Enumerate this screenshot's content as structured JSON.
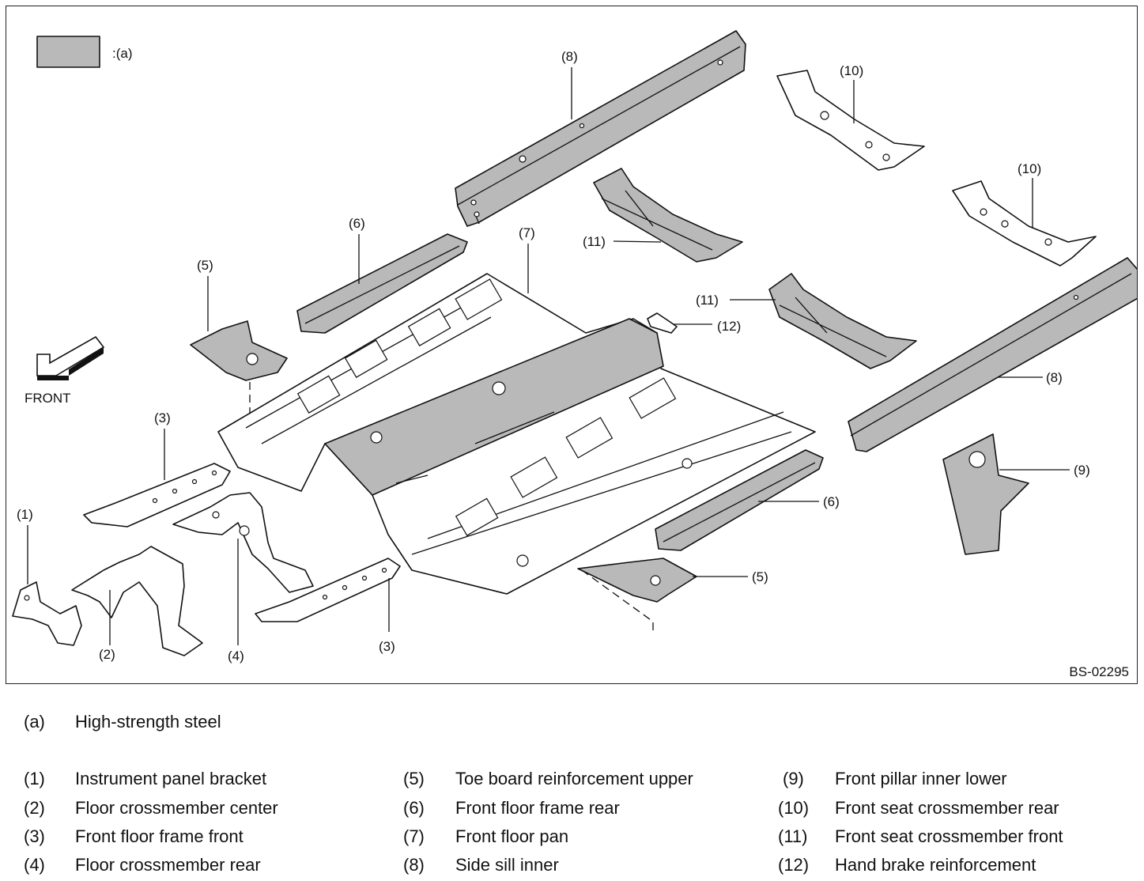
{
  "figure": {
    "code": "BS-02295",
    "key_swatch_label": ":(a)",
    "front_label": "FRONT",
    "callouts": {
      "c1": "(1)",
      "c2": "(2)",
      "c3a": "(3)",
      "c3b": "(3)",
      "c4": "(4)",
      "c5a": "(5)",
      "c5b": "(5)",
      "c6a": "(6)",
      "c6b": "(6)",
      "c7": "(7)",
      "c8a": "(8)",
      "c8b": "(8)",
      "c9": "(9)",
      "c10a": "(10)",
      "c10b": "(10)",
      "c11a": "(11)",
      "c11b": "(11)",
      "c12": "(12)"
    },
    "colors": {
      "high_strength": "#b9b9b9",
      "outline": "#111111"
    }
  },
  "legend": {
    "a": {
      "key": "(a)",
      "text": "High-strength steel"
    },
    "items": [
      {
        "key": "(1)",
        "text": "Instrument panel bracket"
      },
      {
        "key": "(2)",
        "text": "Floor crossmember center"
      },
      {
        "key": "(3)",
        "text": "Front floor frame front"
      },
      {
        "key": "(4)",
        "text": "Floor crossmember rear"
      },
      {
        "key": "(5)",
        "text": "Toe board reinforcement upper"
      },
      {
        "key": "(6)",
        "text": "Front floor frame rear"
      },
      {
        "key": "(7)",
        "text": "Front floor pan"
      },
      {
        "key": "(8)",
        "text": "Side sill inner"
      },
      {
        "key": "(9)",
        "text": "Front pillar inner lower"
      },
      {
        "key": "(10)",
        "text": "Front seat crossmember rear"
      },
      {
        "key": "(11)",
        "text": "Front seat crossmember front"
      },
      {
        "key": "(12)",
        "text": "Hand brake reinforcement"
      }
    ]
  }
}
